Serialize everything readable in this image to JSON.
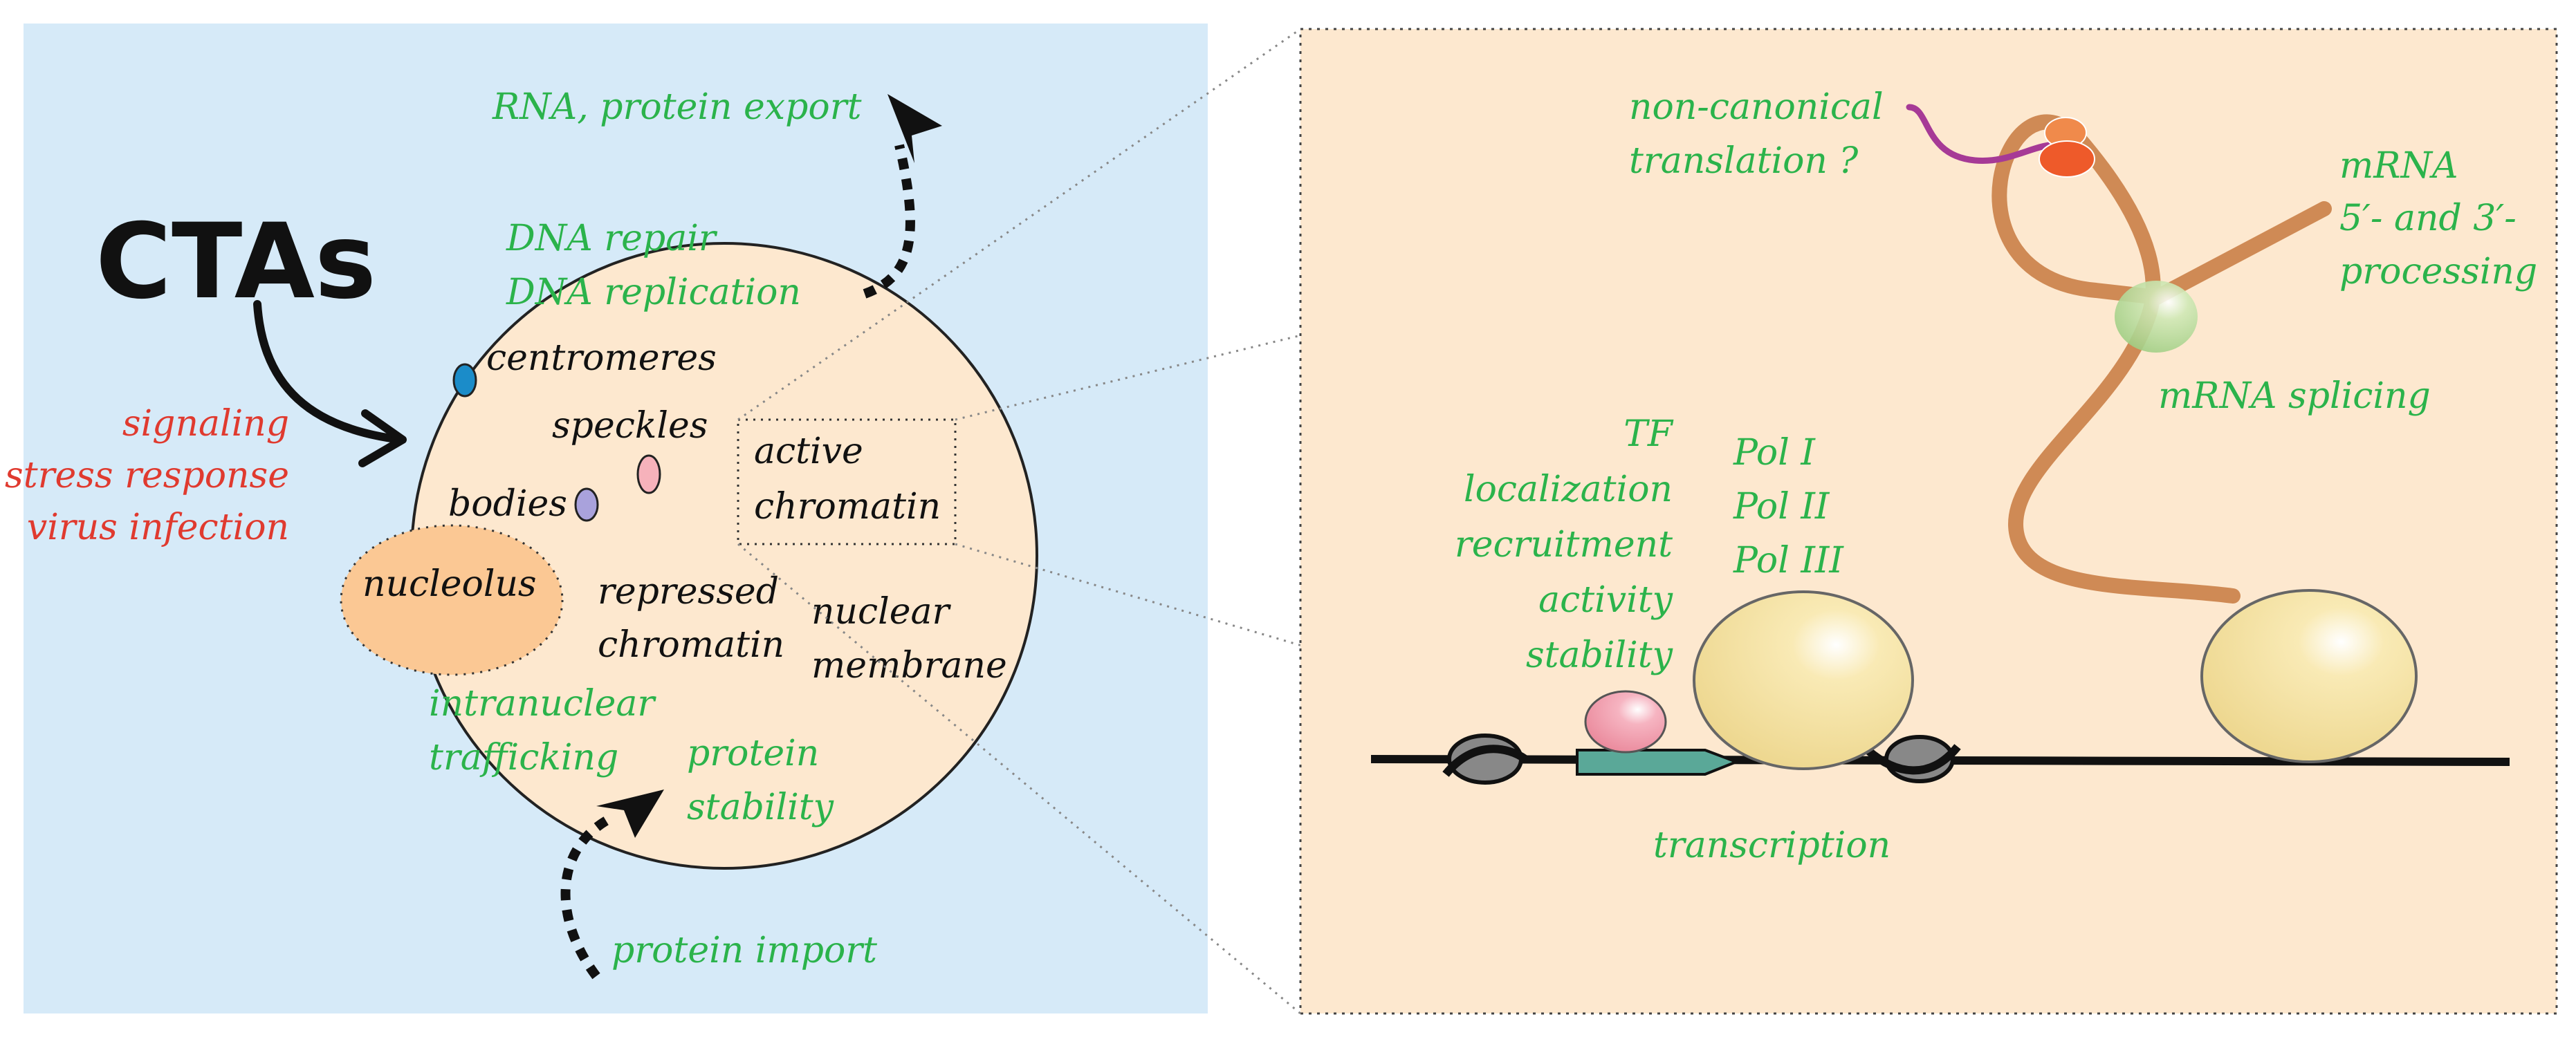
{
  "colors": {
    "green": "#2bb34b",
    "red": "#e03a2f",
    "black": "#111111",
    "left_bg": "#d6eaf8",
    "nucleus_fill": "#fde8cf",
    "right_bg": "#fde8cf",
    "nucleolus": "#fbc894",
    "rna": "#cf8a55",
    "polymerase": "#f7e1a0",
    "tf": "#f4a6b4",
    "gene": "#5aa898",
    "spliceosome": "#bfe0a3",
    "ribosome": "#ee5a2a",
    "nascent_peptide": "#a63a96",
    "centromere": "#1b8cc9",
    "speckle": "#f6b2bb",
    "body": "#a9a2dc"
  },
  "left": {
    "cta_title": "CTAs",
    "signals": [
      "signaling",
      "stress response",
      "virus infection"
    ],
    "export_label": "RNA, protein export",
    "import_label": "protein import",
    "dna_functions": [
      "DNA repair",
      "DNA replication"
    ],
    "centromeres": "centromeres",
    "speckles": "speckles",
    "bodies": "bodies",
    "nucleolus": "nucleolus",
    "repressed_chromatin": [
      "repressed",
      "chromatin"
    ],
    "nuclear_membrane": [
      "nuclear",
      "membrane"
    ],
    "intranuclear_trafficking": [
      "intranuclear",
      "trafficking"
    ],
    "protein_stability": [
      "protein",
      "stability"
    ],
    "active_chromatin": [
      "active",
      "chromatin"
    ]
  },
  "right": {
    "translation": [
      "non-canonical",
      "translation ?"
    ],
    "mrna_processing": [
      "mRNA",
      "5′- and 3′-",
      "processing"
    ],
    "mrna_splicing": "mRNA splicing",
    "tf_labels": [
      "TF",
      "localization",
      "recruitment",
      "activity",
      "stability"
    ],
    "polymerases": [
      "Pol I",
      "Pol II",
      "Pol III"
    ],
    "transcription": "transcription"
  }
}
